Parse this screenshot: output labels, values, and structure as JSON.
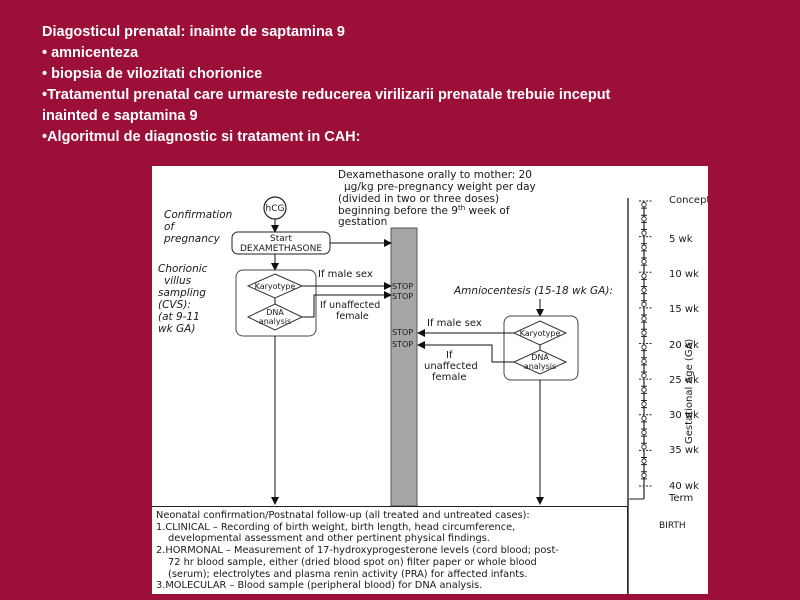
{
  "slide": {
    "title": "Diagosticul prenatal: inainte de saptamina 9",
    "bullet1": "• amnicenteza",
    "bullet2": "• biopsia de vilozitati chorionice",
    "bullet3a": "•Tratamentul prenatal care urmareste reducerea virilizarii prenatale trebuie inceput",
    "bullet3b": "inainted e saptamina 9",
    "bullet4": "•Algoritmul de diagnostic si tratament in CAH:"
  },
  "diagram": {
    "dex_line1": "Dexamethasone orally to mother: 20",
    "dex_line2": "μg/kg pre-pregnancy weight per day",
    "dex_line3": "(divided in two or three doses)",
    "dex_line4": "beginning before the 9",
    "dex_line4_sup": "th",
    "dex_line4_end": " week of",
    "dex_line5": "gestation",
    "confirm1": "Confirmation",
    "confirm2": "of",
    "confirm3": "pregnancy",
    "hcg": "hCG",
    "start1": "Start",
    "start2": "DEXAMETHASONE",
    "cvs1": "Chorionic",
    "cvs2": "villus",
    "cvs3": "sampling",
    "cvs4": "(CVS):",
    "cvs5": "(at 9-11",
    "cvs6": "wk GA)",
    "karyotype": "Karyotype",
    "dna1": "DNA",
    "dna2": "analysis",
    "if_male": "If male sex",
    "if_unaffected1": "If unaffected",
    "if_unaffected2": "female",
    "stop": "STOP",
    "amnio": "Amniocentesis (15-18 wk GA):",
    "if_male2": "If male sex",
    "if2": "If",
    "unaffected2": "unaffected",
    "female2": "female",
    "timeline_labels": [
      "Conception",
      "5 wk",
      "10 wk",
      "15 wk",
      "20 wk",
      "25 wk",
      "30 wk",
      "35 wk",
      "40 wk",
      "Term",
      "BIRTH"
    ],
    "gestational_axis": "Gestational Age (GA)"
  },
  "followup": {
    "line1": "Neonatal confirmation/Postnatal follow-up (all treated and untreated cases):",
    "line2": "1.CLINICAL – Recording of birth weight, birth length, head circumference,",
    "line3": "developmental assessment and other pertinent physical findings.",
    "line4": "2.HORMONAL – Measurement of 17-hydroxyprogesterone levels (cord blood; post-",
    "line5": "72 hr blood sample, either (dried blood spot on) filter paper or whole blood",
    "line6": "(serum); electrolytes and plasma renin activity (PRA) for affected infants.",
    "line7": "3.MOLECULAR – Blood sample (peripheral blood) for DNA analysis."
  }
}
